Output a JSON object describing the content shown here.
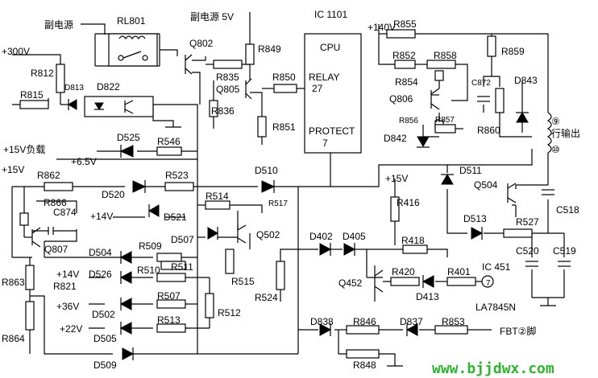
{
  "labels": {
    "sub_power": "副电源",
    "rl801": "RL801",
    "sub_power_5v": "副电源 5V",
    "ic1101": "IC 1101",
    "plus140v": "+140V",
    "r855": "R855",
    "r859": "R859",
    "plus300v": "+300V",
    "r812": "R812",
    "q802": "Q802",
    "r849": "R849",
    "cpu": "CPU",
    "relay": "RELAY",
    "relay_pin": "27",
    "protect": "PROTECT",
    "protect_pin": "7",
    "r852": "R852",
    "r858": "R858",
    "r854": "R854",
    "c872": "C872",
    "d843": "D843",
    "q806": "Q806",
    "r856": "R856",
    "r857": "R857",
    "r860": "R860",
    "d842": "D842",
    "pin9": "⑨",
    "line_output": "行输出",
    "pin10": "⑩",
    "d813": "D813",
    "d822": "D822",
    "r835": "R835",
    "q805": "Q805",
    "r850": "R850",
    "r836": "R836",
    "r815": "R815",
    "r851": "R851",
    "plus15v_load": "+15V负载",
    "d525": "D525",
    "r546": "R546",
    "plus6v5": "+6.5V",
    "plus15v": "+15V",
    "r862": "R862",
    "r523": "R523",
    "d510": "D510",
    "d520": "D520",
    "r866": "R866",
    "c874": "C874",
    "r514": "R514",
    "r517": "R517",
    "plus14v": "+14V",
    "d521": "D521",
    "q502": "Q502",
    "d507": "D507",
    "r509": "R509",
    "q807": "Q807",
    "d504": "D504",
    "r511": "R511",
    "r510": "R510",
    "r515": "R515",
    "plus14v_2": "+14V",
    "d526": "D526",
    "r821": "R821",
    "r863": "R863",
    "r507": "R507",
    "plus36v": "+36V",
    "r512": "R512",
    "d502": "D502",
    "r513": "R513",
    "plus22v": "+22V",
    "d505": "D505",
    "r864": "R864",
    "d509": "D509",
    "plus15v_right": "+15V",
    "r416": "R416",
    "d511": "D511",
    "q504": "Q504",
    "c518": "C518",
    "d513": "D513",
    "r527": "R527",
    "c520": "C520",
    "c519": "C519",
    "d402": "D402",
    "d405": "D405",
    "r418": "R418",
    "r524": "R524",
    "ic451": "IC 451",
    "r420": "R420",
    "r401": "R401",
    "pin7": "7",
    "q452": "Q452",
    "d413": "D413",
    "la7845n": "LA7845N",
    "d838": "D838",
    "r846": "R846",
    "d837": "D837",
    "r853": "R853",
    "fbt_pin2": "FBT②脚",
    "r848": "R848"
  },
  "watermark": "www.bjjdwx.com"
}
